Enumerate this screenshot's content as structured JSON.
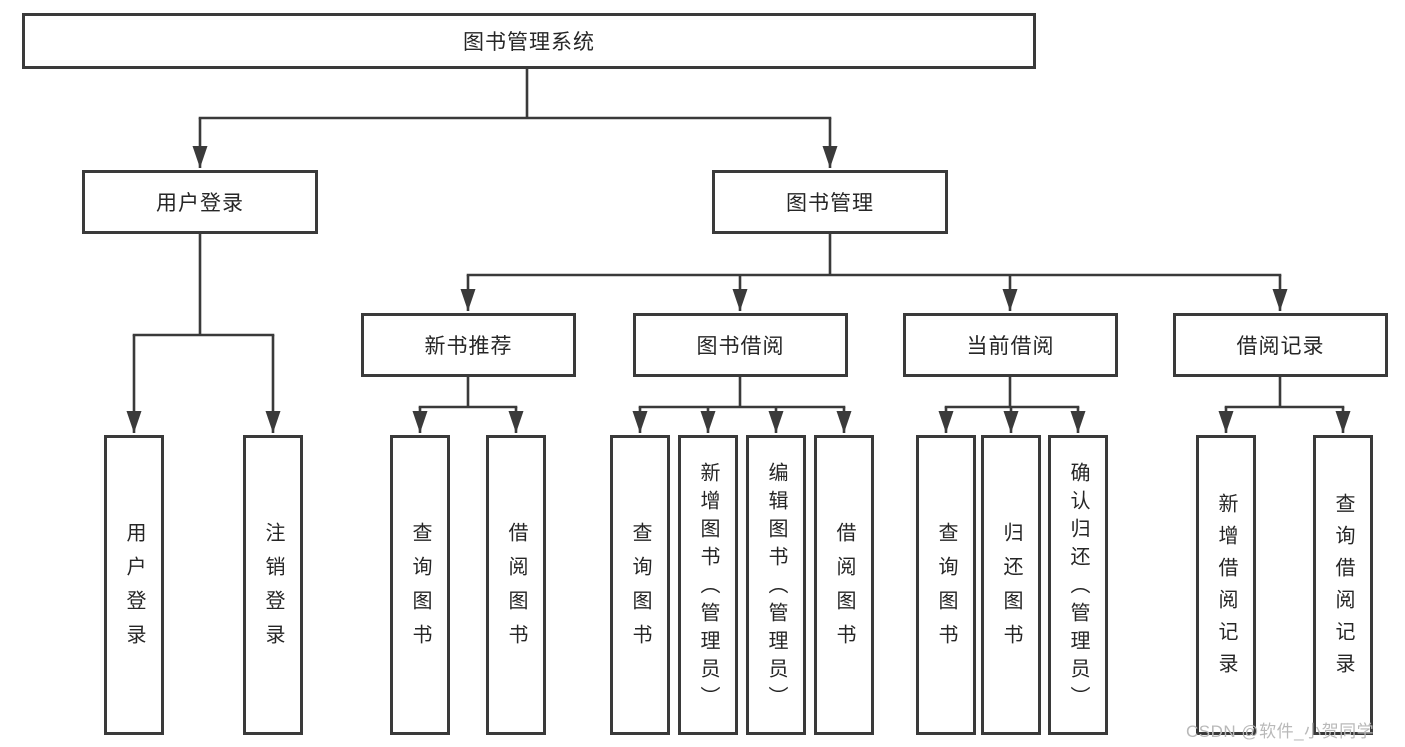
{
  "diagram": {
    "root": {
      "label": "图书管理系统",
      "children": [
        {
          "label": "用户登录",
          "children": [
            {
              "label": "用户登录"
            },
            {
              "label": "注销登录"
            }
          ]
        },
        {
          "label": "图书管理",
          "children": [
            {
              "label": "新书推荐",
              "children": [
                {
                  "label": "查询图书"
                },
                {
                  "label": "借阅图书"
                }
              ]
            },
            {
              "label": "图书借阅",
              "children": [
                {
                  "label": "查询图书"
                },
                {
                  "label": "新增图书（管理员）"
                },
                {
                  "label": "编辑图书（管理员）"
                },
                {
                  "label": "借阅图书"
                }
              ]
            },
            {
              "label": "当前借阅",
              "children": [
                {
                  "label": "查询图书"
                },
                {
                  "label": "归还图书"
                },
                {
                  "label": "确认归还（管理员）"
                }
              ]
            },
            {
              "label": "借阅记录",
              "children": [
                {
                  "label": "新增借阅记录"
                },
                {
                  "label": "查询借阅记录"
                }
              ]
            }
          ]
        }
      ]
    }
  },
  "watermark": {
    "text": "CSDN @软件_小贺同学"
  },
  "colors": {
    "line": "#3a3a3a",
    "box_border": "#3a3a3a",
    "box_fill": "#ffffff",
    "text": "#262626",
    "watermark": "#b9b9b9",
    "background": "#ffffff"
  }
}
